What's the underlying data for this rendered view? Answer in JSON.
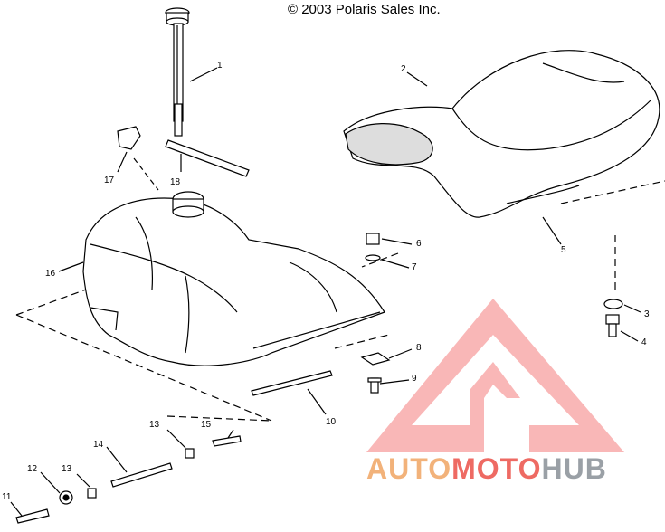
{
  "copyright": "© 2003 Polaris Sales Inc.",
  "callouts": {
    "c1": "1",
    "c2": "2",
    "c3": "3",
    "c4": "4",
    "c5": "5",
    "c6": "6",
    "c7": "7",
    "c8": "8",
    "c9": "9",
    "c10": "10",
    "c11": "11",
    "c12": "12",
    "c13a": "13",
    "c13b": "13",
    "c14": "14",
    "c15": "15",
    "c16": "16",
    "c17": "17",
    "c18": "18"
  },
  "watermark": {
    "part1": "AUTO",
    "part2": "MOTO",
    "part3": "HUB",
    "color_auto": "#f2b27a",
    "color_moto": "#ee6a63",
    "color_hub": "#9aa0a6",
    "logo_color": "#f47b7b"
  }
}
